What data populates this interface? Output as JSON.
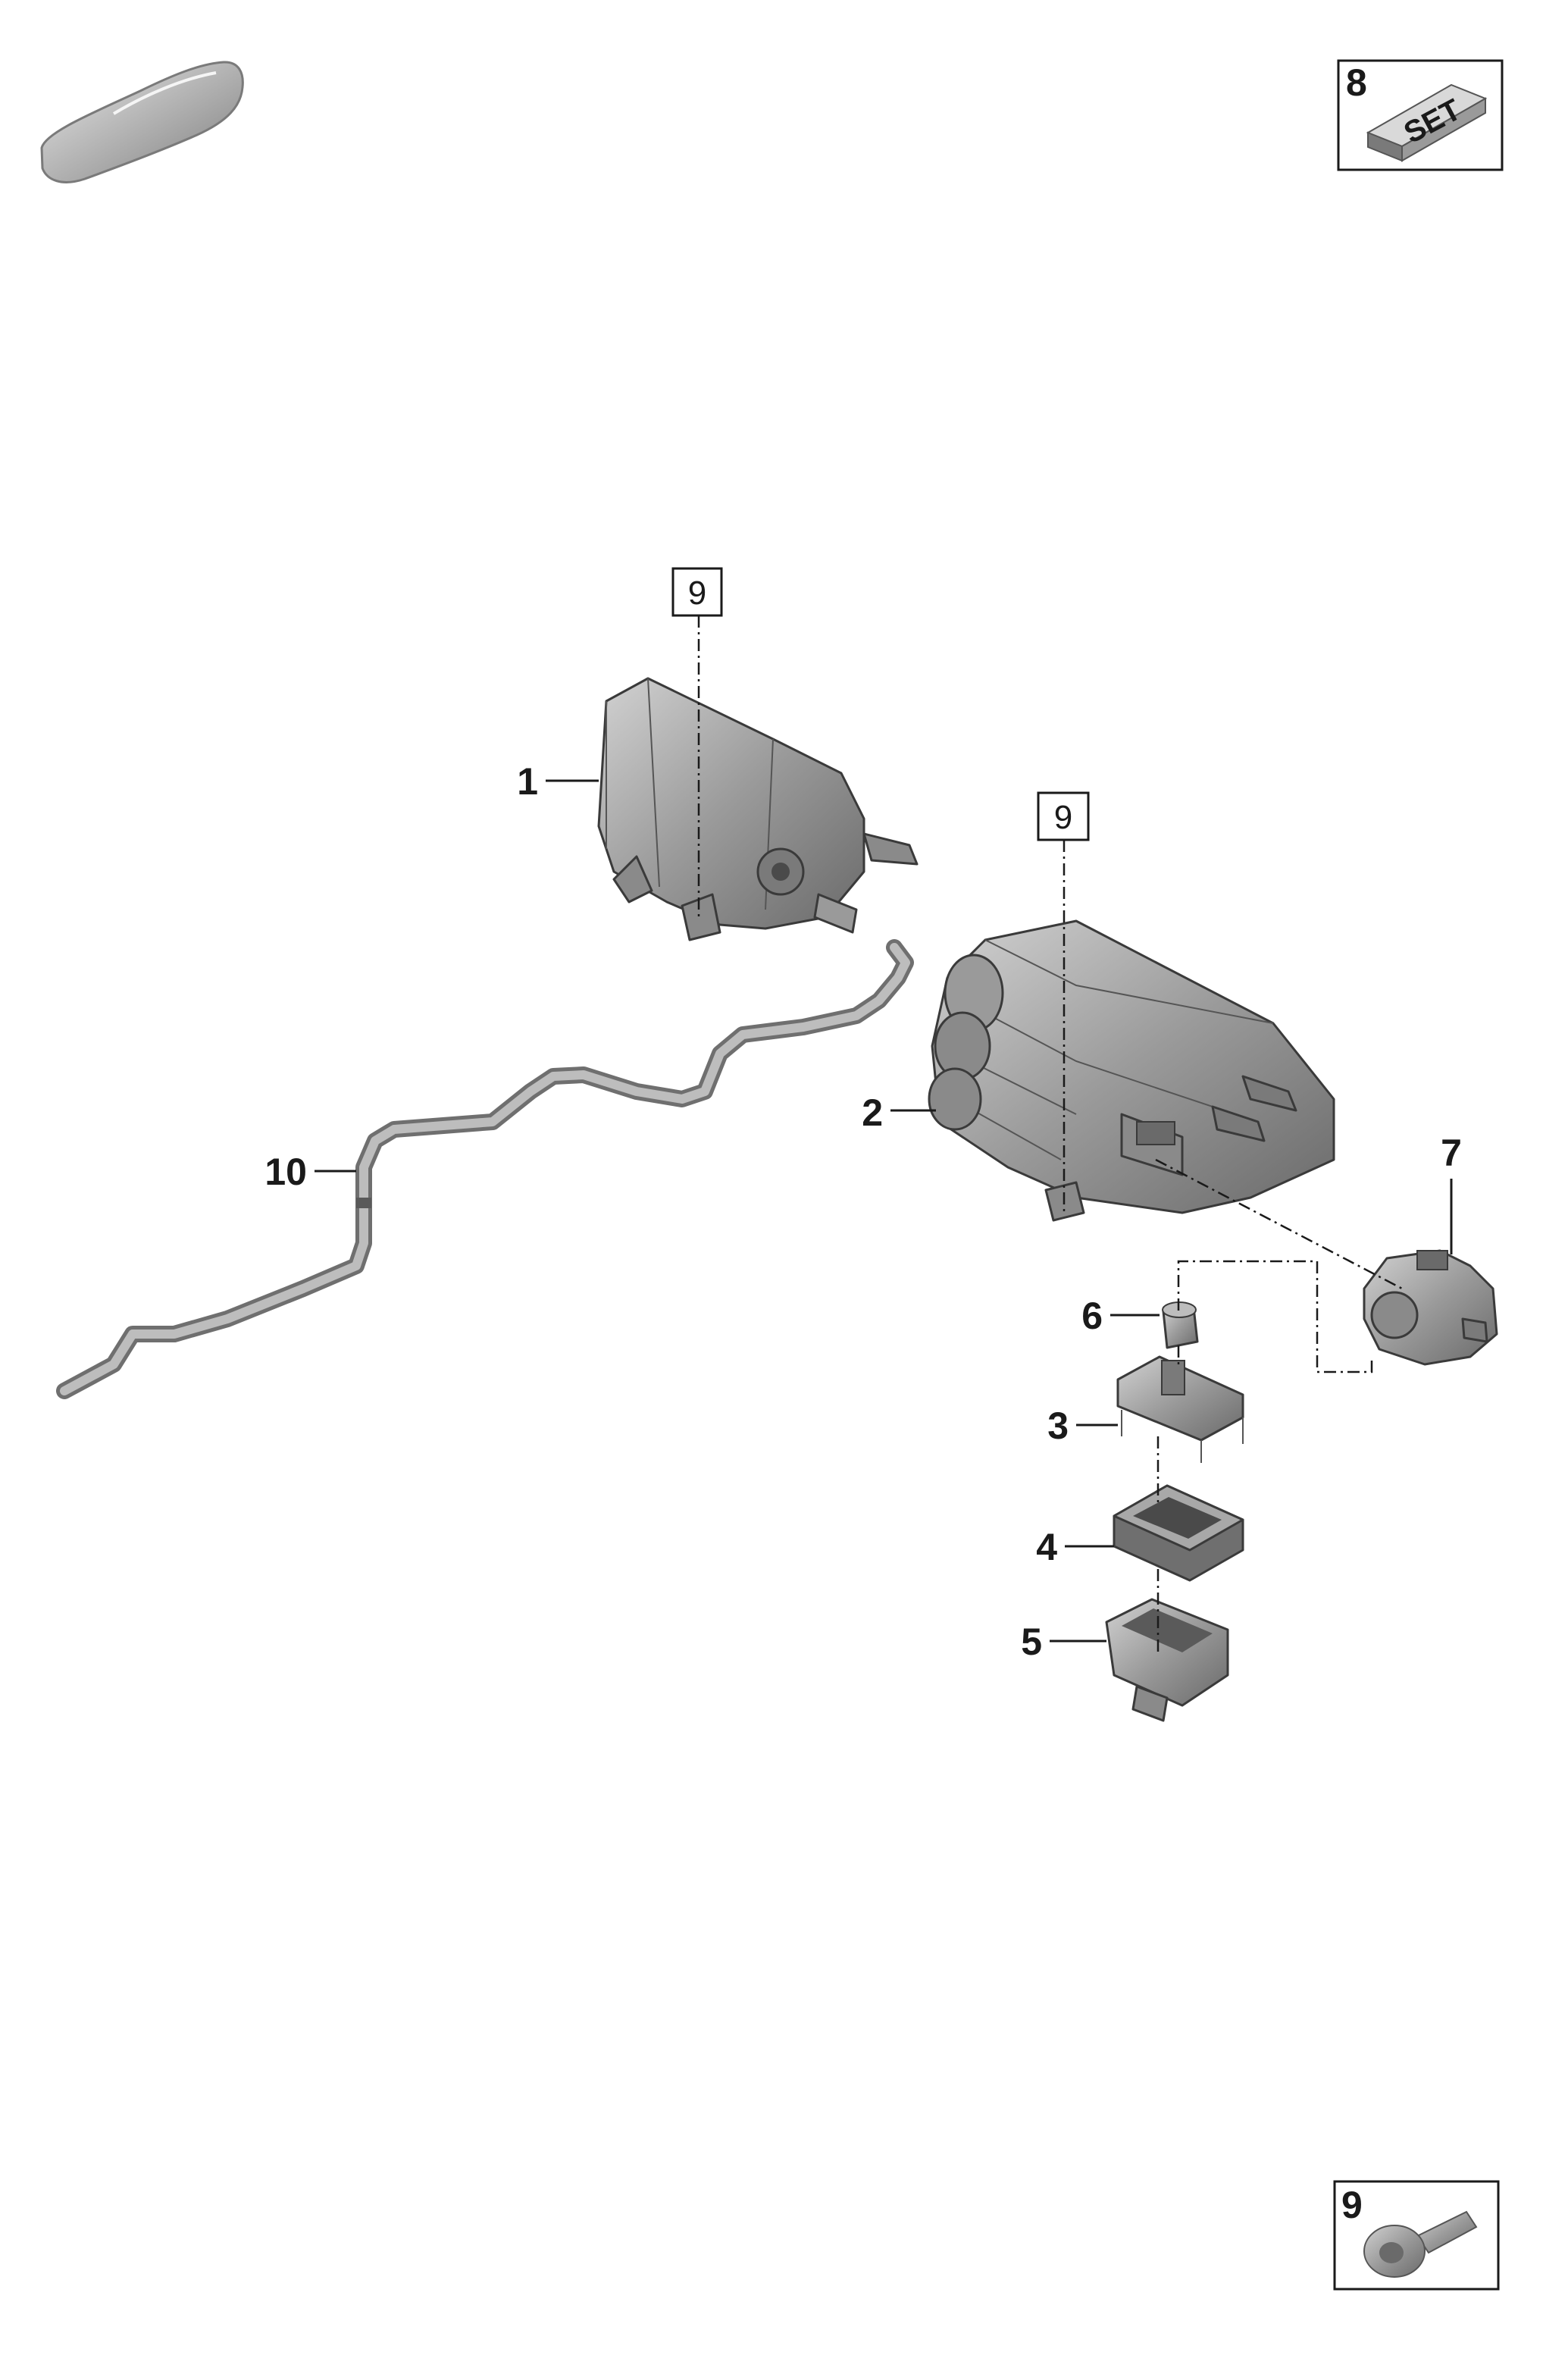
{
  "callouts": {
    "c1": "1",
    "c2": "2",
    "c3": "3",
    "c4": "4",
    "c5": "5",
    "c6": "6",
    "c7": "7",
    "c10": "10"
  },
  "boxed_refs": {
    "top_left": "9",
    "top_right": "9"
  },
  "insets": {
    "set_number": "8",
    "set_label": "SET",
    "bolt_number": "9"
  },
  "colors": {
    "part_fill": "#8c8c8c",
    "part_light": "#c8c8c8",
    "part_dark": "#5e5e5e",
    "ink": "#1a1a1a"
  }
}
